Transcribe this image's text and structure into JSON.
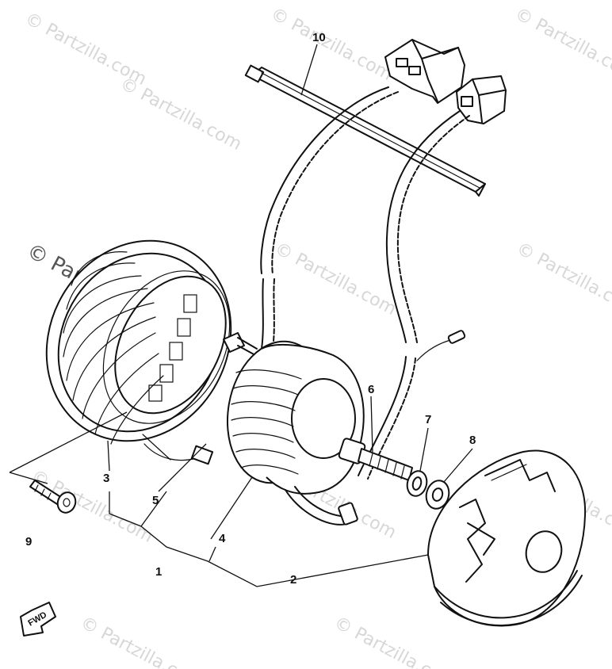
{
  "watermarks": {
    "w1": "© Partzilla.com",
    "w2": "© Partzilla.com",
    "w3": "© Partzilla.com",
    "w4": "© Partzilla.com",
    "w5": "© Partzilla.com",
    "w6": "© Partzilla.com",
    "w7": "© Partzilla.com",
    "w8": "© Partzilla.com",
    "w9": "© Partzilla.com",
    "w10": "© Partzilla.com",
    "w11": "© Partzilla.com",
    "w12": "© Partzilla.com"
  },
  "callouts": {
    "c1": "1",
    "c2": "2",
    "c3": "3",
    "c4": "4",
    "c5": "5",
    "c6": "6",
    "c7": "7",
    "c8": "8",
    "c9": "9",
    "c10": "10"
  },
  "fwd_label": "FWD"
}
